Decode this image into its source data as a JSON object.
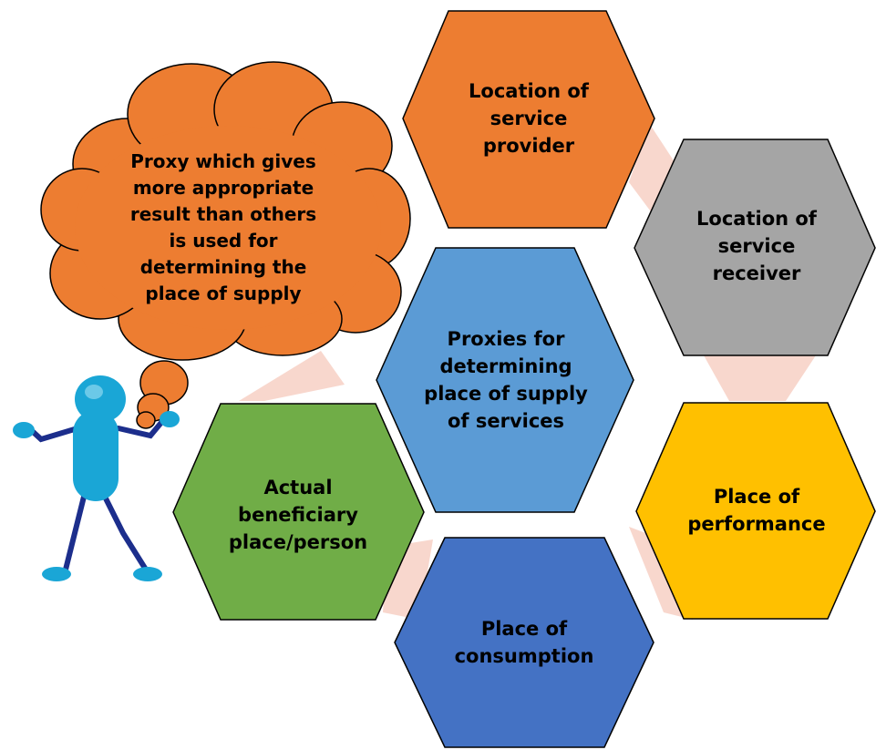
{
  "colors": {
    "connector": "#f8d7cd",
    "center": "#5b9bd5",
    "provider": "#ed7d31",
    "receiver": "#a5a5a5",
    "performance": "#ffc000",
    "consumption": "#4472c4",
    "beneficiary": "#70ad47",
    "cloud": "#ed7d31",
    "figure_body": "#1aa6d6",
    "figure_limbs": "#1c2e8c"
  },
  "center": {
    "lines": [
      "Proxies for",
      "determining",
      "place of supply",
      "of services"
    ]
  },
  "hexagons": [
    {
      "id": "provider",
      "lines": [
        "Location of",
        "service",
        "provider"
      ]
    },
    {
      "id": "receiver",
      "lines": [
        "Location of",
        "service",
        "receiver"
      ]
    },
    {
      "id": "performance",
      "lines": [
        "Place of",
        "performance"
      ]
    },
    {
      "id": "consumption",
      "lines": [
        "Place of",
        "consumption"
      ]
    },
    {
      "id": "beneficiary",
      "lines": [
        "Actual",
        "beneficiary",
        "place/person"
      ]
    }
  ],
  "thought_bubble": {
    "lines": [
      "Proxy which gives",
      "more appropriate",
      "result than others",
      "is used for",
      "determining the",
      "place of supply"
    ]
  }
}
